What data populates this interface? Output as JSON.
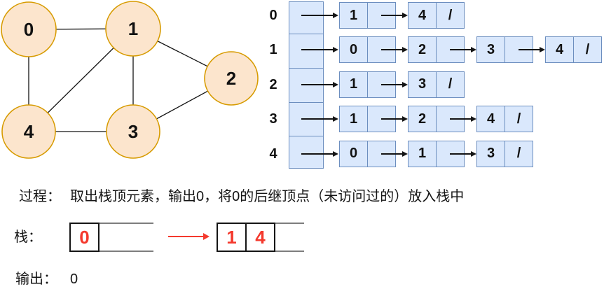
{
  "graph": {
    "nodes": [
      {
        "id": "0",
        "label": "0"
      },
      {
        "id": "1",
        "label": "1"
      },
      {
        "id": "2",
        "label": "2"
      },
      {
        "id": "3",
        "label": "3"
      },
      {
        "id": "4",
        "label": "4"
      }
    ],
    "edges": [
      [
        "0",
        "1"
      ],
      [
        "0",
        "4"
      ],
      [
        "1",
        "2"
      ],
      [
        "1",
        "3"
      ],
      [
        "1",
        "4"
      ],
      [
        "2",
        "3"
      ],
      [
        "3",
        "4"
      ]
    ]
  },
  "adjacency": {
    "rows": [
      {
        "index": "0",
        "nodes": [
          {
            "value": "1",
            "pointer": ""
          },
          {
            "value": "4",
            "pointer": "/"
          }
        ]
      },
      {
        "index": "1",
        "nodes": [
          {
            "value": "0",
            "pointer": ""
          },
          {
            "value": "2",
            "pointer": ""
          },
          {
            "value": "3",
            "pointer": ""
          },
          {
            "value": "4",
            "pointer": "/"
          }
        ]
      },
      {
        "index": "2",
        "nodes": [
          {
            "value": "1",
            "pointer": ""
          },
          {
            "value": "3",
            "pointer": "/"
          }
        ]
      },
      {
        "index": "3",
        "nodes": [
          {
            "value": "1",
            "pointer": ""
          },
          {
            "value": "2",
            "pointer": ""
          },
          {
            "value": "4",
            "pointer": "/"
          }
        ]
      },
      {
        "index": "4",
        "nodes": [
          {
            "value": "0",
            "pointer": ""
          },
          {
            "value": "1",
            "pointer": ""
          },
          {
            "value": "3",
            "pointer": "/"
          }
        ]
      }
    ]
  },
  "process": {
    "label": "过程：",
    "text": "取出栈顶元素，输出0，将0的后继顶点（未访问过的）放入栈中"
  },
  "stack": {
    "label": "栈：",
    "before": {
      "cells": [
        "0"
      ]
    },
    "after": {
      "cells": [
        "1",
        "4"
      ]
    }
  },
  "output": {
    "label": "输出：",
    "value": "0"
  },
  "colors": {
    "node_fill": "#fce5cd",
    "node_stroke": "#d79b00",
    "cell_fill": "#dae8fc",
    "cell_stroke": "#6c8ebf",
    "stack_value_red": "#f4392d",
    "arrow_red": "#f4392d",
    "rail_gray": "#7d7d7d",
    "ink": "#141414"
  }
}
